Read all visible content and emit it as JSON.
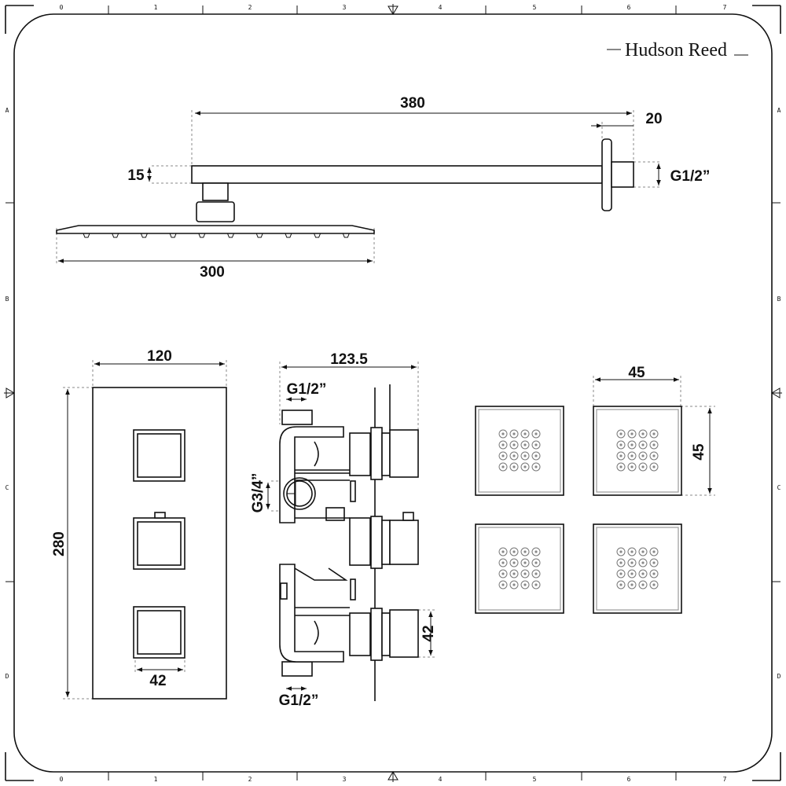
{
  "brand": {
    "logo": "Hudson Reed"
  },
  "ruler": {
    "columns": [
      "0",
      "1",
      "2",
      "3",
      "4",
      "5",
      "6",
      "7"
    ],
    "rows": [
      "A",
      "B",
      "C",
      "D"
    ]
  },
  "overhead": {
    "arm_length": "380",
    "flange_depth": "20",
    "arm_height": "15",
    "inlet": "G1/2”",
    "head_width": "300"
  },
  "valve_front": {
    "width": "120",
    "height": "280",
    "handle_size": "42"
  },
  "valve_side": {
    "depth": "123.5",
    "top_inlet": "G1/2”",
    "outlet": "G3/4”",
    "bottom_inlet": "G1/2”",
    "handle_size": "42"
  },
  "body_jets": {
    "width": "45",
    "height": "45",
    "count": 4,
    "nozzle_rows": 4,
    "nozzle_cols": 4
  }
}
